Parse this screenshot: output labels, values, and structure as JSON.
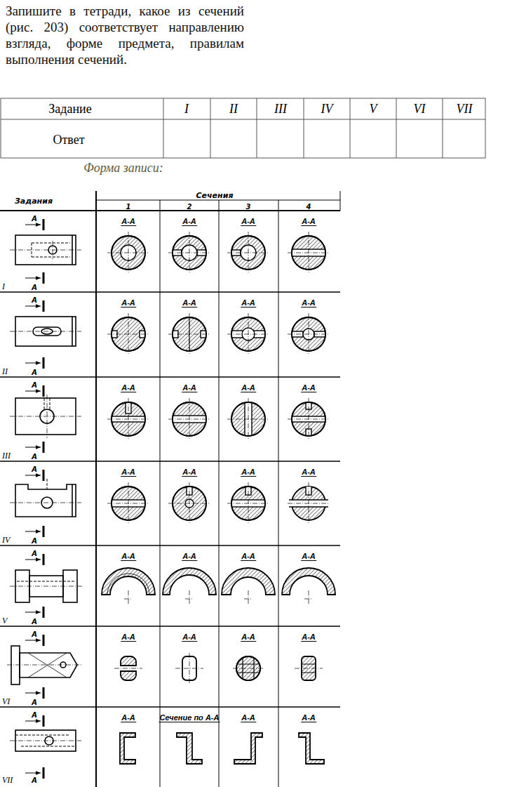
{
  "diagram": {
    "title": "Запишите в тетради, какое из сечений (рис. 203) соответствует направлению взгляда, форме предмета, правилам выполнения сечений.",
    "labels": [
      "Задание",
      "I",
      "II",
      "III",
      "IV",
      "V",
      "VI",
      "VII",
      "Ответ",
      "Форма записи:",
      "Задания",
      "Сечения",
      "1",
      "2",
      "3",
      "4",
      "I",
      "А",
      "А",
      "А-А",
      "А-А",
      "А-А",
      "А-А",
      "II",
      "А",
      "А",
      "А-А",
      "А-А",
      "А-А",
      "А-А",
      "III",
      "А",
      "А",
      "А-А",
      "А-А",
      "А-А",
      "А-А",
      "IV",
      "А",
      "А",
      "А-А",
      "А-А",
      "А-А",
      "А-А",
      "V",
      "А",
      "А",
      "А-А",
      "А-А",
      "А-А",
      "А-А",
      "VI",
      "А",
      "А",
      "А-А",
      "А-А",
      "А-А",
      "А-А",
      "VII",
      "А",
      "А",
      "А-А",
      "Сечение по А-А",
      "А-А",
      "А-А"
    ]
  }
}
